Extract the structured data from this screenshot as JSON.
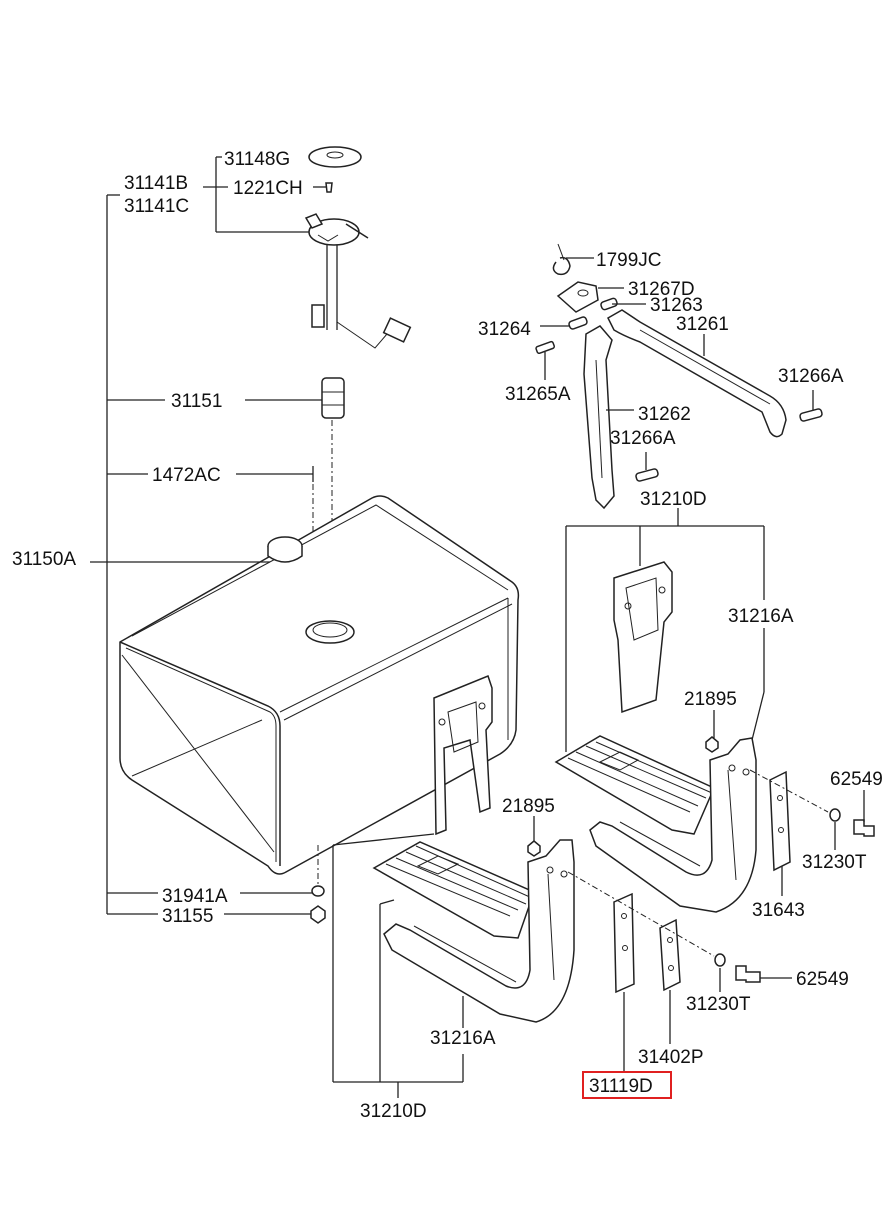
{
  "highlight_color": "#e02020",
  "labels": {
    "p31148G": "31148G",
    "p1221CH": "1221CH",
    "p31141B": "31141B",
    "p31141C": "31141C",
    "p31151": "31151",
    "p1472AC": "1472AC",
    "p31150A": "31150A",
    "p31941A": "31941A",
    "p31155": "31155",
    "p1799JC": "1799JC",
    "p31267D": "31267D",
    "p31263": "31263",
    "p31264": "31264",
    "p31261": "31261",
    "p31265A": "31265A",
    "p31266A_right": "31266A",
    "p31262": "31262",
    "p31266A_mid": "31266A",
    "p31210D_top": "31210D",
    "p31216A_right": "31216A",
    "p21895_right": "21895",
    "p62549_right": "62549",
    "p31230T_right": "31230T",
    "p31643": "31643",
    "p21895_left": "21895",
    "p62549_bottom": "62549",
    "p31230T_bottom": "31230T",
    "p31216A_bottom": "31216A",
    "p31402P": "31402P",
    "p31119D": "31119D",
    "p31210D_bottom": "31210D"
  }
}
